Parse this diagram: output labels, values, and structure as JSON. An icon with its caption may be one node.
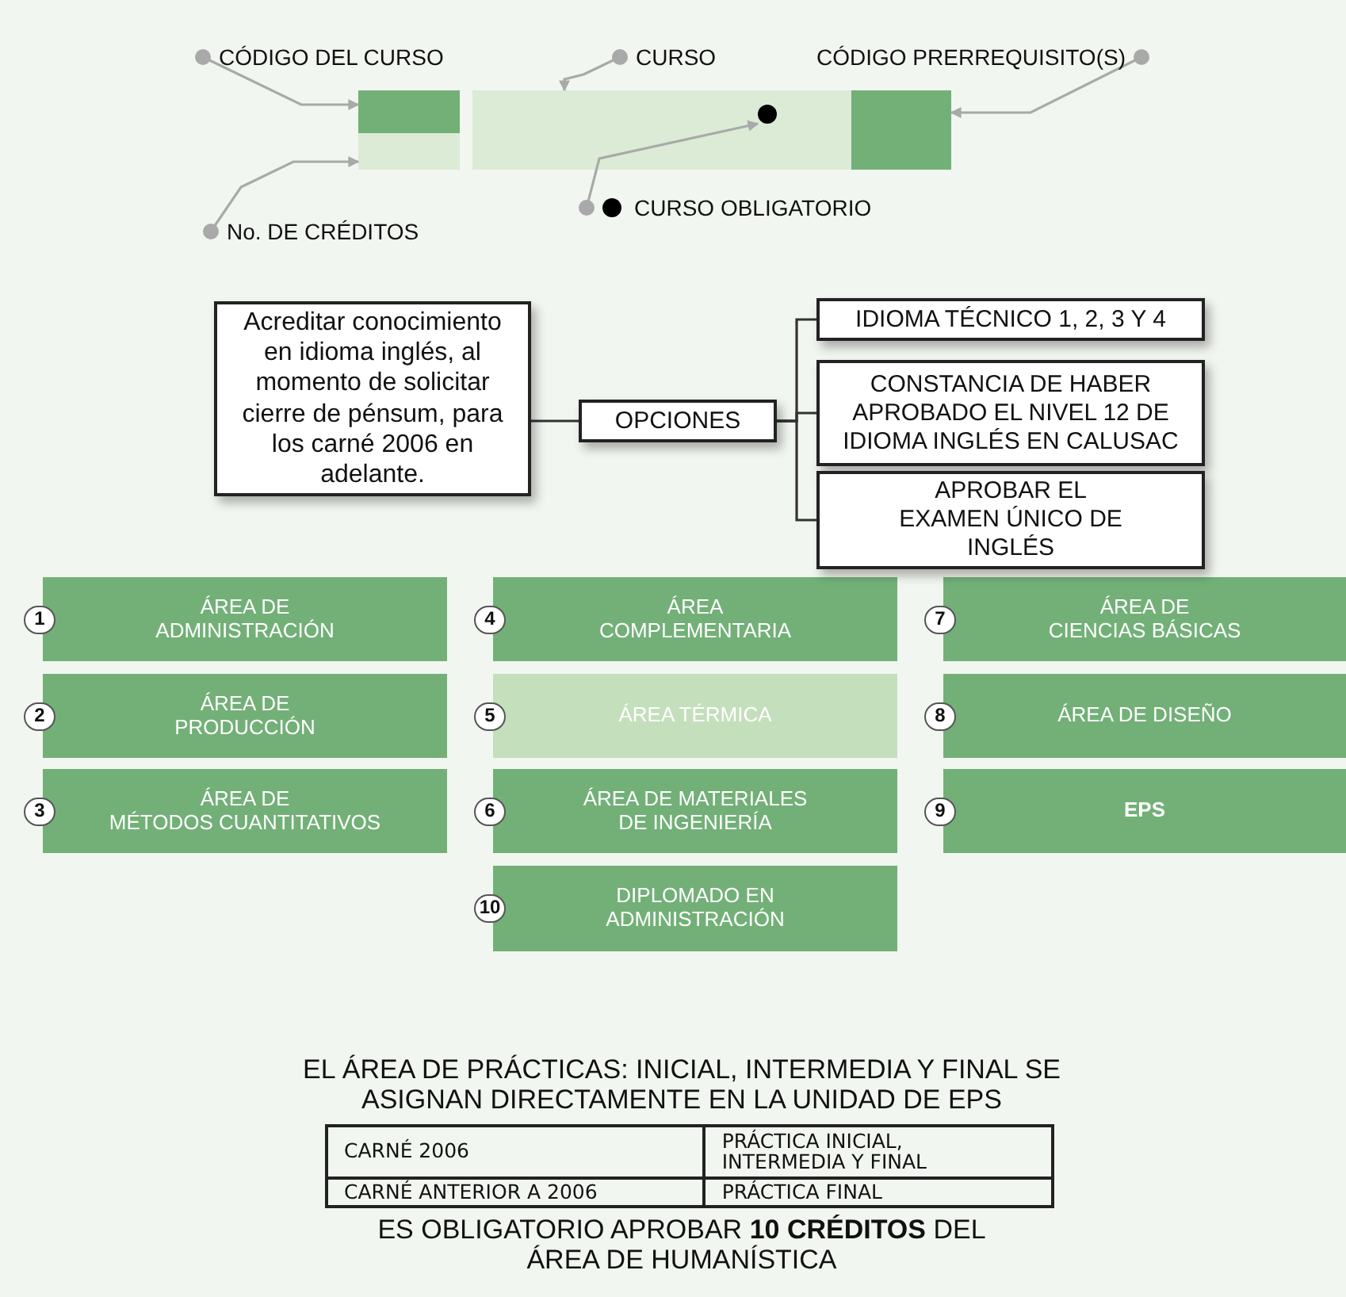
{
  "diagram": {
    "nodes": [
      {
        "text": [
          "CÓDIGO DEL CURSO"
        ]
      },
      {
        "text": [
          "CURSO"
        ]
      },
      {
        "text": [
          "CÓDIGO PRERREQUISITO(S)"
        ]
      },
      {
        "text": [],
        "shape": "box"
      },
      {
        "text": [],
        "shape": "box"
      },
      {
        "text": [],
        "shape": "box"
      },
      {
        "text": [],
        "shape": "circle",
        "in": 5
      },
      {
        "text": [],
        "shape": "box"
      },
      {
        "text": [
          "CURSO OBLIGATORIO"
        ]
      },
      {
        "text": [
          "No. DE CRÉDITOS"
        ]
      },
      {
        "text": [
          "Acreditar conocimiento en idioma inglés, al momento de solicitar cierre de pénsum, para los carné 2006 en adelante."
        ]
      },
      {
        "text": [
          "OPCIONES"
        ]
      },
      {
        "text": [
          "IDIOMA TÉCNICO 1, 2, 3 Y 4"
        ]
      },
      {
        "text": [
          "CONSTANCIA DE HABER APROBADO EL NIVEL 12 DE IDIOMA INGLÉS EN CALUSAC"
        ]
      },
      {
        "text": [
          "APROBAR EL EXAMEN ÚNICO DE INGLÉS"
        ]
      },
      {
        "text": [
          "ÁREA DE ADMINISTRACIÓN"
        ],
        "beside": [
          "1"
        ]
      },
      {
        "text": [
          "ÁREA DE PRODUCCIÓN"
        ],
        "beside": [
          "2"
        ]
      },
      {
        "text": [
          "ÁREA DE MÉTODOS CUANTITATIVOS"
        ],
        "beside": [
          "3"
        ]
      },
      {
        "text": [
          "ÁREA COMPLEMENTARIA"
        ],
        "beside": [
          "4"
        ]
      },
      {
        "text": [
          "ÁREA TÉRMICA"
        ],
        "beside": [
          "5"
        ]
      },
      {
        "text": [
          "ÁREA DE MATERIALES DE INGENIERÍA"
        ],
        "beside": [
          "6"
        ]
      },
      {
        "text": [
          "ÁREA DE CIENCIAS BÁSICAS"
        ],
        "beside": [
          "7"
        ]
      },
      {
        "text": [
          "ÁREA DE DISEÑO"
        ],
        "beside": [
          "8"
        ]
      },
      {
        "text": [
          "EPS"
        ],
        "beside": [
          "9"
        ]
      },
      {
        "text": [
          "DIPLOMADO EN ADMINISTRACIÓN"
        ],
        "beside": [
          "10"
        ]
      }
    ],
    "edges": [
      {
        "from": 0,
        "to": 3,
        "arrow": "to"
      },
      {
        "from": 1,
        "to": 5,
        "arrow": "to"
      },
      {
        "from": 2,
        "to": 7,
        "arrow": "to"
      },
      {
        "from": 8,
        "to": 6,
        "arrow": "to"
      },
      {
        "from": 9,
        "to": 4,
        "arrow": "to"
      },
      {
        "from": 10,
        "to": 11,
        "arrow": "none",
        "color": "#333333"
      },
      {
        "from": 11,
        "to": 12,
        "arrow": "none",
        "color": "#333333"
      },
      {
        "from": 11,
        "to": 13,
        "arrow": "none",
        "color": "#333333"
      },
      {
        "from": 11,
        "to": 14,
        "arrow": "none",
        "color": "#333333"
      }
    ],
    "labels": [
      "EL ÁREA DE PRÁCTICAS: INICIAL, INTERMEDIA Y FINAL SE ASIGNAN DIRECTAMENTE EN LA UNIDAD DE EPS",
      "CARNÉ 2006",
      "PRÁCTICA INICIAL, INTERMEDIA Y FINAL",
      "CARNÉ ANTERIOR A 2006",
      "PRÁCTICA FINAL",
      "ES OBLIGATORIO APROBAR **10 CRÉDITOS** DEL ÁREA DE HUMANÍSTICA"
    ]
  }
}
